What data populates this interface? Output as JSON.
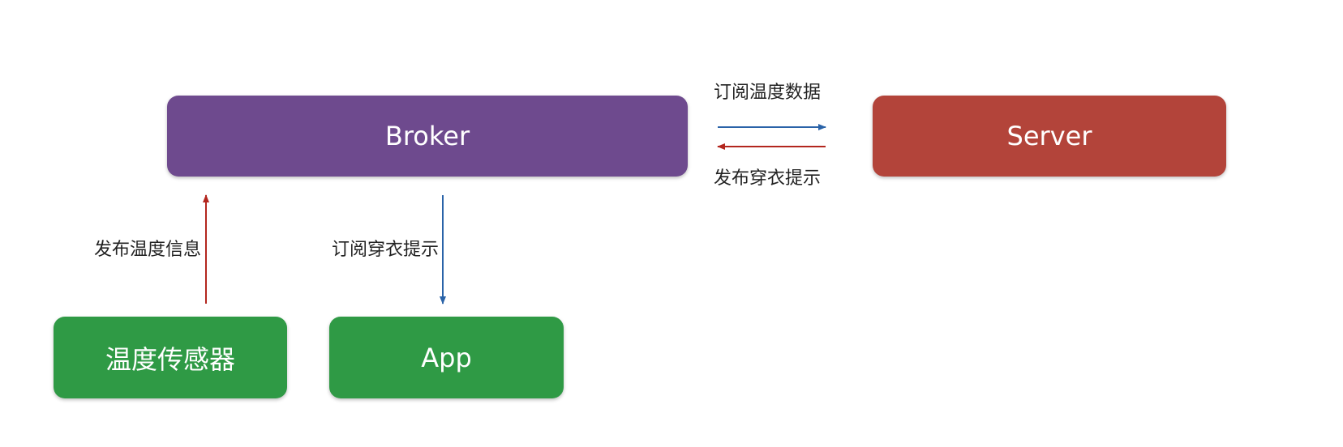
{
  "nodes": {
    "broker": {
      "label": "Broker",
      "color": "#6e4a8e"
    },
    "server": {
      "label": "Server",
      "color": "#b3443a"
    },
    "sensor": {
      "label": "温度传感器",
      "color": "#2f9a45"
    },
    "app": {
      "label": "App",
      "color": "#2f9a45"
    }
  },
  "edges": {
    "subscribe_temperature": {
      "label": "订阅温度数据",
      "from": "server",
      "to": "broker",
      "color": "#2a63a8"
    },
    "publish_clothing_tip": {
      "label": "发布穿衣提示",
      "from": "server",
      "to": "broker",
      "color": "#b3261e"
    },
    "publish_temperature": {
      "label": "发布温度信息",
      "from": "sensor",
      "to": "broker",
      "color": "#b3261e"
    },
    "subscribe_clothing_tip": {
      "label": "订阅穿衣提示",
      "from": "app",
      "to": "broker",
      "color": "#2a63a8"
    }
  }
}
